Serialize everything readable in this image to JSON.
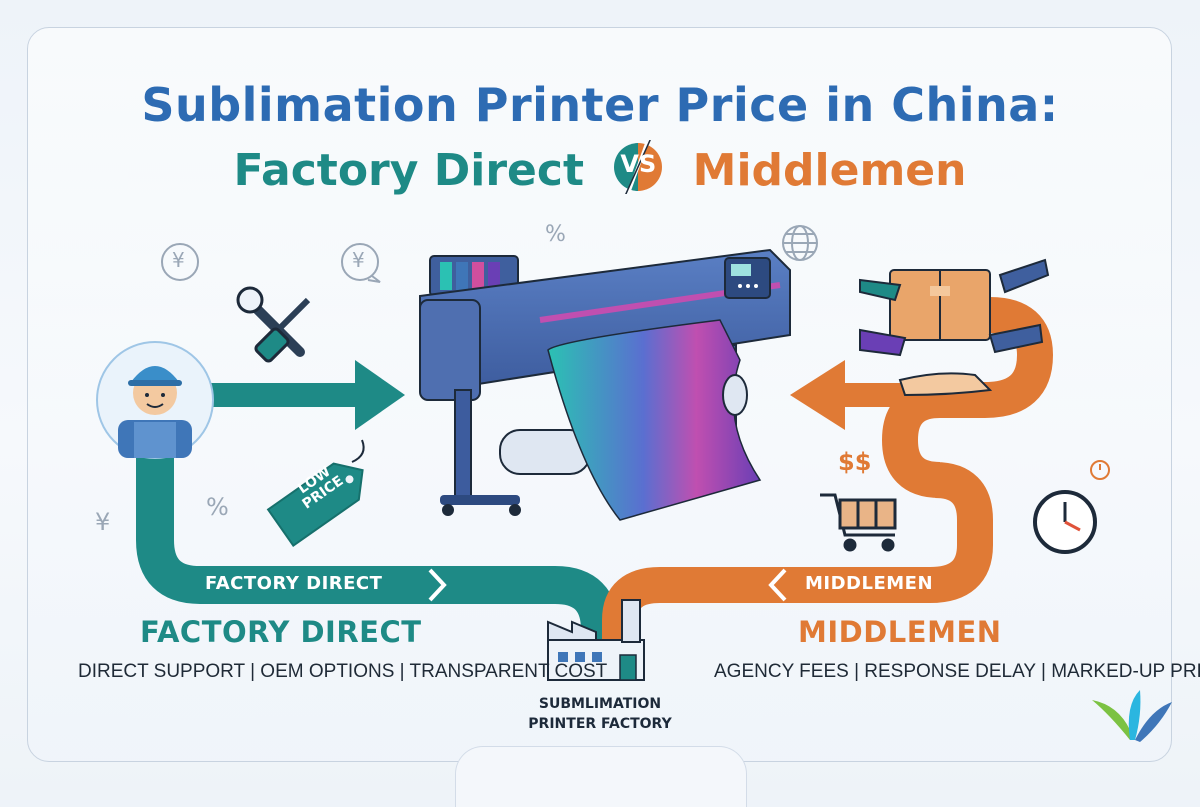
{
  "title": {
    "line1": "Sublimation Printer Price in China:",
    "left": "Factory Direct",
    "vs": "VS",
    "right": "Middlemen"
  },
  "left_path": {
    "label": "FACTORY DIRECT",
    "heading": "FACTORY DIRECT",
    "features": "DIRECT SUPPORT | OEM OPTIONS | TRANSPARENT COST",
    "tag": "LOW PRICE",
    "color": "#1e8a86"
  },
  "right_path": {
    "label": "MIDDLEMEN",
    "heading": "MIDDLEMEN",
    "features": "AGENCY FEES | RESPONSE DELAY | MARKED-UP PRICE",
    "price_mark": "$$",
    "color": "#e07a35"
  },
  "factory": {
    "caption_line1": "SUBMLIMATION",
    "caption_line2": "PRINTER FACTORY"
  },
  "symbols": {
    "yen": "¥",
    "percent": "%"
  },
  "icons": [
    "yen-coin-icon",
    "wrench-screwdriver-icon",
    "percent-icon",
    "globe-icon",
    "engineer-avatar-icon",
    "low-price-tag-icon",
    "printer-icon",
    "handshake-box-icon",
    "shopping-cart-icon",
    "clock-icon",
    "factory-icon",
    "brand-logo-icon"
  ]
}
